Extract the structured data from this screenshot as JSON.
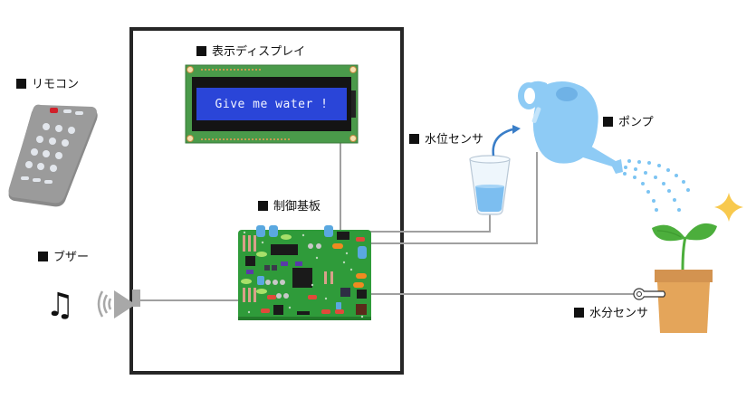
{
  "diagram": {
    "title": "Plant watering system block diagram",
    "components": {
      "remote": {
        "label": "リモコン",
        "icon": "remote-control-icon"
      },
      "display": {
        "label": "表示ディスプレイ",
        "icon": "lcd-display-icon",
        "screen_text": "Give me water !"
      },
      "controller": {
        "label": "制御基板",
        "icon": "circuit-board-icon"
      },
      "buzzer": {
        "label": "ブザー",
        "icon": "speaker-icon",
        "note_icon": "music-note-icon",
        "note_glyph": "♫"
      },
      "water_level_sensor": {
        "label": "水位センサ",
        "icon": "water-glass-icon"
      },
      "pump": {
        "label": "ポンプ",
        "icon": "watering-can-icon"
      },
      "moisture_sensor": {
        "label": "水分センサ",
        "icon": "moisture-probe-icon"
      },
      "plant": {
        "icon": "potted-sprout-icon",
        "sparkle_icon": "sparkle-icon"
      }
    },
    "connections": [
      {
        "from": "display",
        "to": "controller"
      },
      {
        "from": "controller",
        "to": "water_level_sensor"
      },
      {
        "from": "controller",
        "to": "pump"
      },
      {
        "from": "controller",
        "to": "moisture_sensor"
      },
      {
        "from": "controller",
        "to": "buzzer"
      }
    ],
    "colors": {
      "frame": "#262626",
      "wire": "#a0a0a0",
      "lcd_screen": "#2a45d8",
      "pcb_green": "#2f9b3a",
      "water_blue": "#7cc4f2",
      "pot_orange": "#e4a55a",
      "leaf_green": "#4cae3c",
      "sparkle": "#f8c94e",
      "remote_gray": "#8a8a8a"
    }
  }
}
